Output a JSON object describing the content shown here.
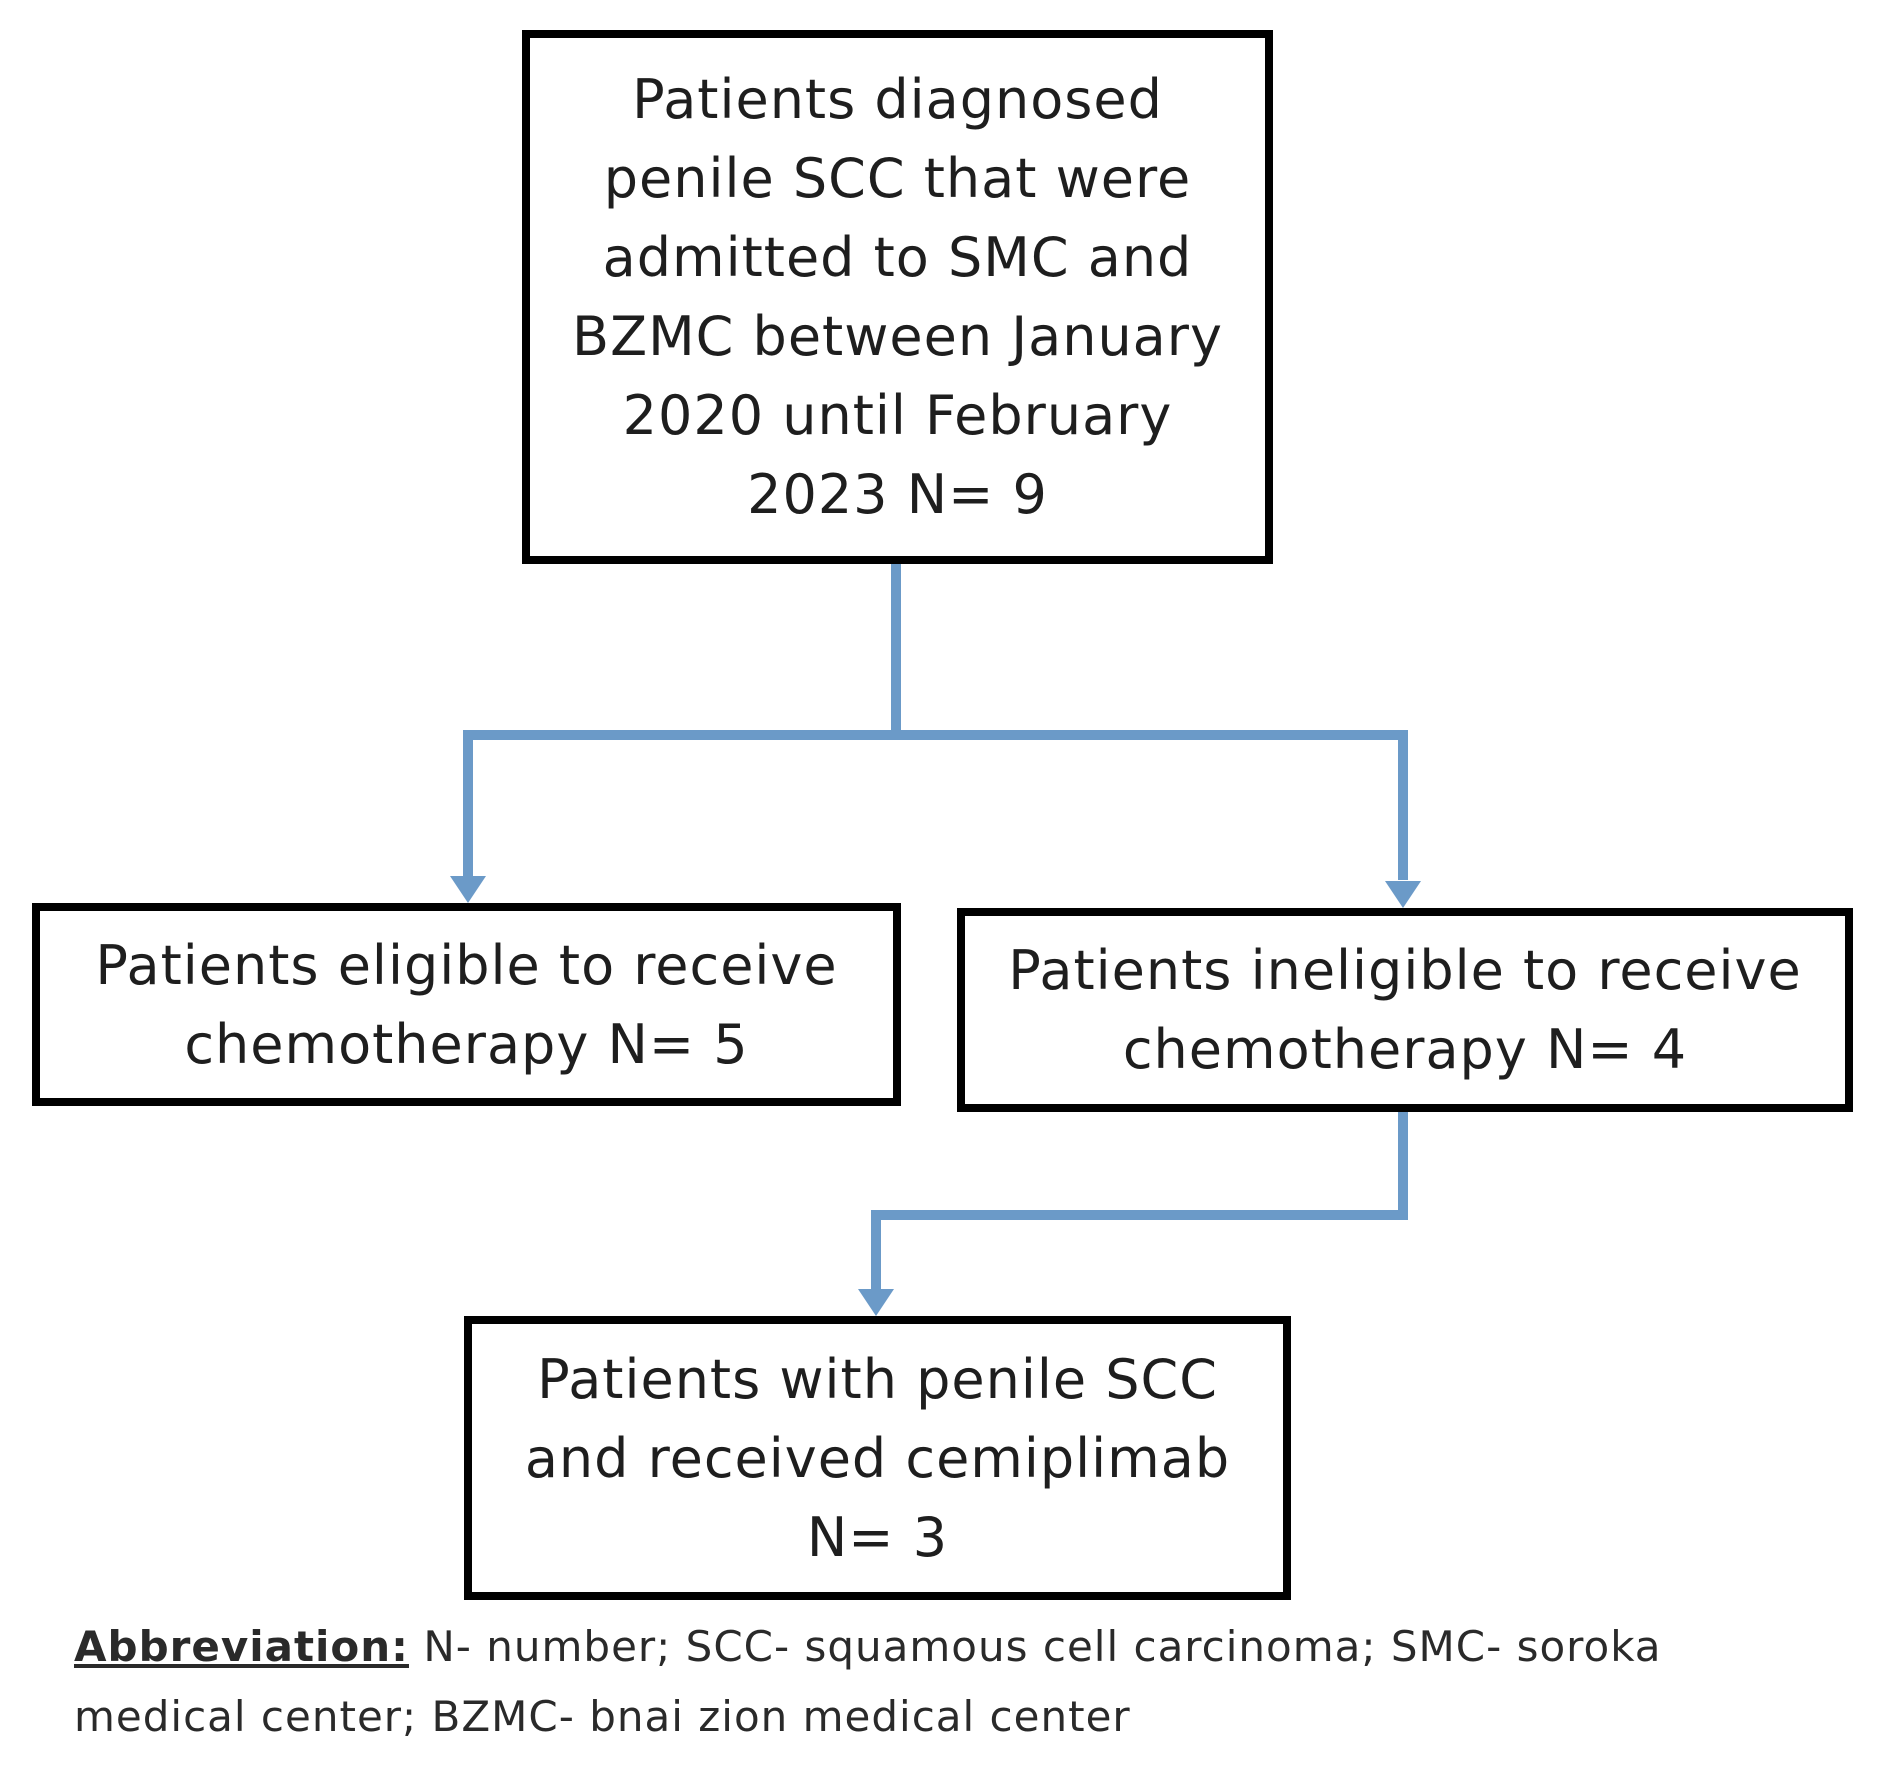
{
  "flowchart": {
    "nodes": [
      {
        "id": "top",
        "text": "Patients diagnosed penile SCC that were admitted to SMC and BZMC between January 2020 until February 2023 N= 9"
      },
      {
        "id": "left",
        "text": "Patients eligible to receive chemotherapy N= 5"
      },
      {
        "id": "right",
        "text": "Patients ineligible to receive chemotherapy N= 4"
      },
      {
        "id": "bottom",
        "text": "Patients with penile SCC and received cemiplimab N= 3"
      }
    ],
    "edges": [
      {
        "from": "top",
        "to": "left"
      },
      {
        "from": "top",
        "to": "right"
      },
      {
        "from": "right",
        "to": "bottom"
      }
    ],
    "connector_color": "#6B9AC8",
    "box_border_color": "#000000"
  },
  "footnote": {
    "label": "Abbreviation:",
    "text": " N- number; SCC- squamous cell carcinoma; SMC- soroka medical center; BZMC- bnai zion medical center"
  }
}
